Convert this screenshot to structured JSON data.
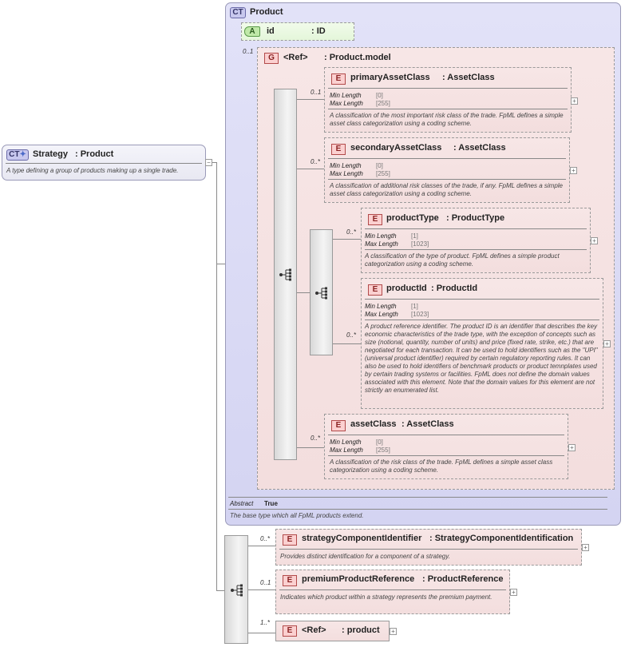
{
  "strategy": {
    "badge": "CT",
    "name": "Strategy",
    "type": ": Product",
    "doc": "A type defining a group of products making up a single trade.",
    "collapse": "−"
  },
  "product": {
    "badge": "CT",
    "name": "Product",
    "attribute": {
      "badge": "A",
      "name": "id",
      "type": ": ID"
    },
    "group_cardinality": "0..1",
    "group": {
      "badge": "G",
      "name": "<Ref>",
      "type": ": Product.model"
    },
    "abstract_label": "Abstract",
    "abstract_value": "True",
    "doc": "The base type which all FpML products extend."
  },
  "facet_labels": {
    "min": "Min Length",
    "max": "Max Length"
  },
  "elements": {
    "primary": {
      "badge": "E",
      "name": "primaryAssetClass",
      "type": ": AssetClass",
      "card": "0..1",
      "min": "[0]",
      "max": "[255]",
      "doc": "A classification of the most important risk class of the trade. FpML defines a simple asset class categorization using a coding scheme."
    },
    "secondary": {
      "badge": "E",
      "name": "secondaryAssetClass",
      "type": ": AssetClass",
      "card": "0..*",
      "min": "[0]",
      "max": "[255]",
      "doc": "A classification of additional risk classes of the trade, if any. FpML defines a simple asset class categorization using a coding scheme."
    },
    "productType": {
      "badge": "E",
      "name": "productType",
      "type": ": ProductType",
      "card": "0..*",
      "min": "[1]",
      "max": "[1023]",
      "doc": "A classification of the type of product. FpML defines a simple product categorization using a coding scheme."
    },
    "productId": {
      "badge": "E",
      "name": "productId",
      "type": ": ProductId",
      "card": "0..*",
      "min": "[1]",
      "max": "[1023]",
      "doc": "A product reference identifier. The product ID is an identifier that describes the key economic characteristics of the trade type, with the exception of concepts such as size (notional, quantity, number of units) and price (fixed rate, strike, etc.) that are negotiated for each transaction. It can be used to hold identifiers such as the \"UPI\" (universal product identifier) required by certain regulatory reporting rules. It can also be used to hold identifiers of benchmark products or product temnplates used by certain trading systems or facilities. FpML does not define the domain values associated with this element. Note that the domain values for this element are not strictly an enumerated list."
    },
    "assetClass": {
      "badge": "E",
      "name": "assetClass",
      "type": ": AssetClass",
      "card": "0..*",
      "min": "[0]",
      "max": "[255]",
      "doc": "A classification of the risk class of the trade. FpML defines a simple asset class categorization using a coding scheme."
    },
    "strategyComponent": {
      "badge": "E",
      "name": "strategyComponentIdentifier",
      "type": ": StrategyComponentIdentification",
      "card": "0..*",
      "doc": "Provides distinct identification for a component of a strategy."
    },
    "premiumProduct": {
      "badge": "E",
      "name": "premiumProductReference",
      "type": ": ProductReference",
      "card": "0..1",
      "doc": "Indicates which product within a strategy represents the premium payment."
    },
    "productRef": {
      "badge": "E",
      "name": "<Ref>",
      "type": ": product",
      "card": "1..*"
    }
  },
  "expand_symbol": "+",
  "colors": {
    "complex_type": "#d4d4f2",
    "element": "#f3dede",
    "accent_border": "#b24a4a"
  }
}
